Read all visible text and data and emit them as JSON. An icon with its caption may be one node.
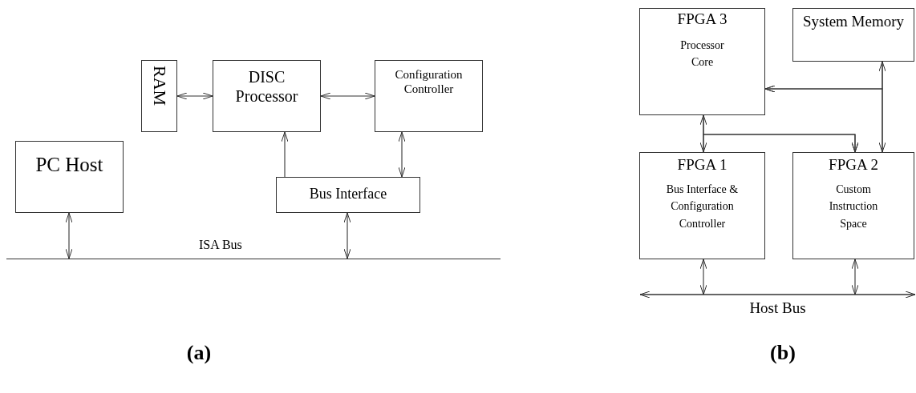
{
  "diagram": {
    "nodes": [
      {
        "text": [
          "RAM"
        ]
      },
      {
        "text": [
          "DISC Processor"
        ]
      },
      {
        "text": [
          "Configuration Controller"
        ]
      },
      {
        "text": [
          "PC Host"
        ]
      },
      {
        "text": [
          "Bus Interface"
        ]
      },
      {
        "text": [
          "ISA Bus"
        ]
      },
      {
        "text": [
          "FPGA 3",
          "Processor Core"
        ]
      },
      {
        "text": [
          "System Memory"
        ]
      },
      {
        "text": [
          "FPGA 1",
          "Bus Interface & Configuration Controller"
        ]
      },
      {
        "text": [
          "FPGA 2",
          "Custom Instruction Space"
        ]
      },
      {
        "text": [
          "Host Bus"
        ]
      }
    ],
    "edges": [
      {
        "from": 0,
        "to": 1,
        "arrow": "both"
      },
      {
        "from": 1,
        "to": 2,
        "arrow": "both"
      },
      {
        "from": 4,
        "to": 1,
        "arrow": "to"
      },
      {
        "from": 2,
        "to": 4,
        "arrow": "both"
      },
      {
        "from": 3,
        "to": 5,
        "arrow": "both"
      },
      {
        "from": 4,
        "to": 5,
        "arrow": "both"
      },
      {
        "from": 6,
        "to": 8,
        "arrow": "both"
      },
      {
        "from": 6,
        "to": 9,
        "arrow": "to"
      },
      {
        "from": 8,
        "to": 9,
        "arrow": "to"
      },
      {
        "from": 7,
        "to": 9,
        "arrow": "both"
      },
      {
        "from": 7,
        "to": 6,
        "arrow": "to"
      },
      {
        "from": 9,
        "to": 6,
        "arrow": "to"
      },
      {
        "from": 8,
        "to": 10,
        "arrow": "both"
      },
      {
        "from": 9,
        "to": 10,
        "arrow": "both"
      }
    ],
    "labels": [
      "(a)",
      "(b)"
    ]
  }
}
